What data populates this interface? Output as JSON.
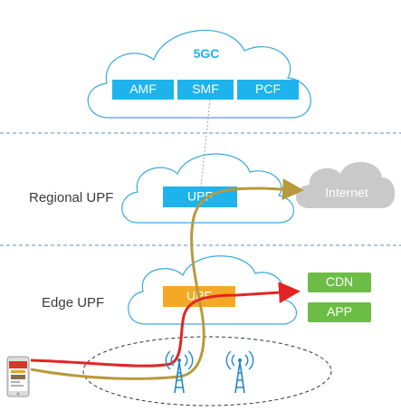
{
  "core": {
    "title": "5GC",
    "functions": [
      "AMF",
      "SMF",
      "PCF"
    ]
  },
  "regional": {
    "label": "Regional UPF",
    "upf": "UPF"
  },
  "edge": {
    "label": "Edge UPF",
    "upf": "UPF"
  },
  "internet": {
    "label": "Internet"
  },
  "services": [
    "CDN",
    "APP"
  ],
  "colors": {
    "cloud_stroke": "#3aa8df",
    "nf_box": "#1eb3ec",
    "edge_upf": "#f3a925",
    "service_box": "#6cbd45",
    "red_path": "#e42424",
    "gold_path": "#b89a3c",
    "divider": "#5a8fc0",
    "internet_cloud": "#c9c9c9",
    "tower": "#1d86c8"
  },
  "icons": [
    "antenna-tower-icon",
    "antenna-tower-icon",
    "smartphone-icon"
  ]
}
